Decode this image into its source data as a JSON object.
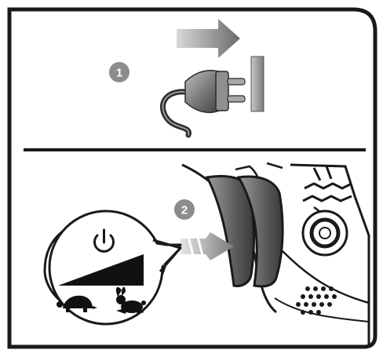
{
  "steps": [
    {
      "number": "1",
      "description": "plug-into-wall-socket"
    },
    {
      "number": "2",
      "description": "turn-speed-dial"
    }
  ],
  "icons": {
    "arrow": "right-arrow-icon",
    "plug": "power-plug-icon",
    "socket": "wall-socket-icon",
    "power": "power-icon",
    "speed_ramp": "speed-ramp-icon",
    "slow": "turtle-icon",
    "fast": "rabbit-icon",
    "dial": "speed-dial-icon"
  },
  "colors": {
    "frame": "#1a1a1a",
    "badge": "#8c8c8c",
    "device_shade": "#6e6e6e",
    "arrow_gradient_start": "#cfcfcf",
    "arrow_gradient_end": "#6a6a6a"
  }
}
